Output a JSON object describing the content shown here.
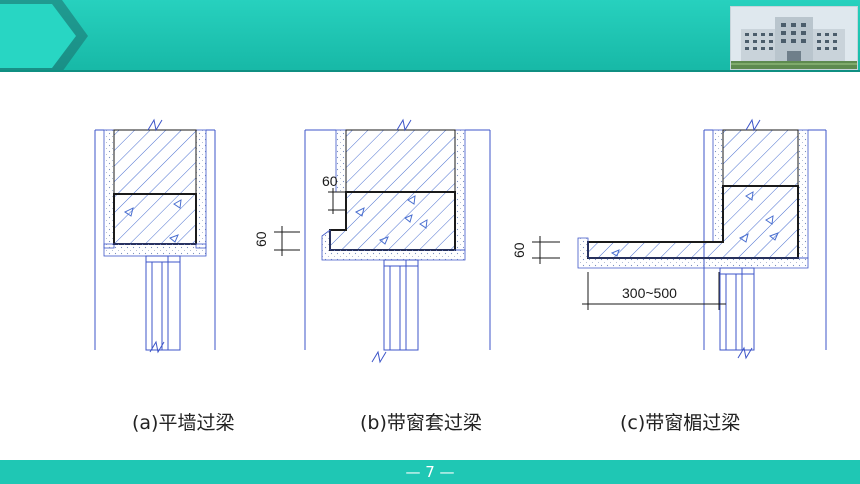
{
  "diagram": {
    "left": {
      "caption": "(a)平墙过梁"
    },
    "middle": {
      "caption": "(b)带窗套过梁",
      "dim_top": "60",
      "dim_side": "60"
    },
    "right": {
      "caption": "(c)带窗楣过梁",
      "dim_side": "60",
      "dim_bottom": "300~500"
    }
  },
  "footer": {
    "page": "— 7 —"
  },
  "colors": {
    "accent": "#1fc7b4",
    "arrow": "#16a89a",
    "line": "#3d55c8"
  }
}
